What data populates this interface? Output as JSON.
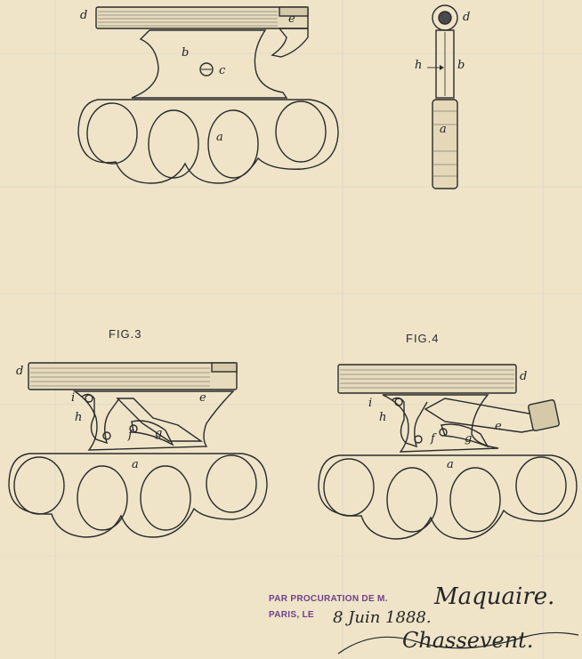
{
  "figures": {
    "fig3_title": "FIG.3",
    "fig4_title": "FIG.4"
  },
  "labels": {
    "fig1": {
      "d": "d",
      "e": "e",
      "b": "b",
      "c": "c",
      "a": "a"
    },
    "fig2": {
      "d": "d",
      "h": "h",
      "b": "b",
      "a": "a"
    },
    "fig3": {
      "d": "d",
      "i": "i",
      "e": "e",
      "h": "h",
      "f": "f",
      "g": "g",
      "a": "a"
    },
    "fig4": {
      "d": "d",
      "i": "i",
      "h": "h",
      "e": "e",
      "f": "f",
      "g": "g",
      "a": "a"
    }
  },
  "stamp": {
    "line1": "PAR PROCURATION DE M.",
    "line2": "PARIS, LE"
  },
  "handwriting": {
    "name": "Maquaire.",
    "date": "8 Juin 1888.",
    "signature": "Chassevent."
  },
  "colors": {
    "paper": "#efe4c8",
    "ink": "#2b2b2b",
    "stamp": "#6e3f8a"
  }
}
